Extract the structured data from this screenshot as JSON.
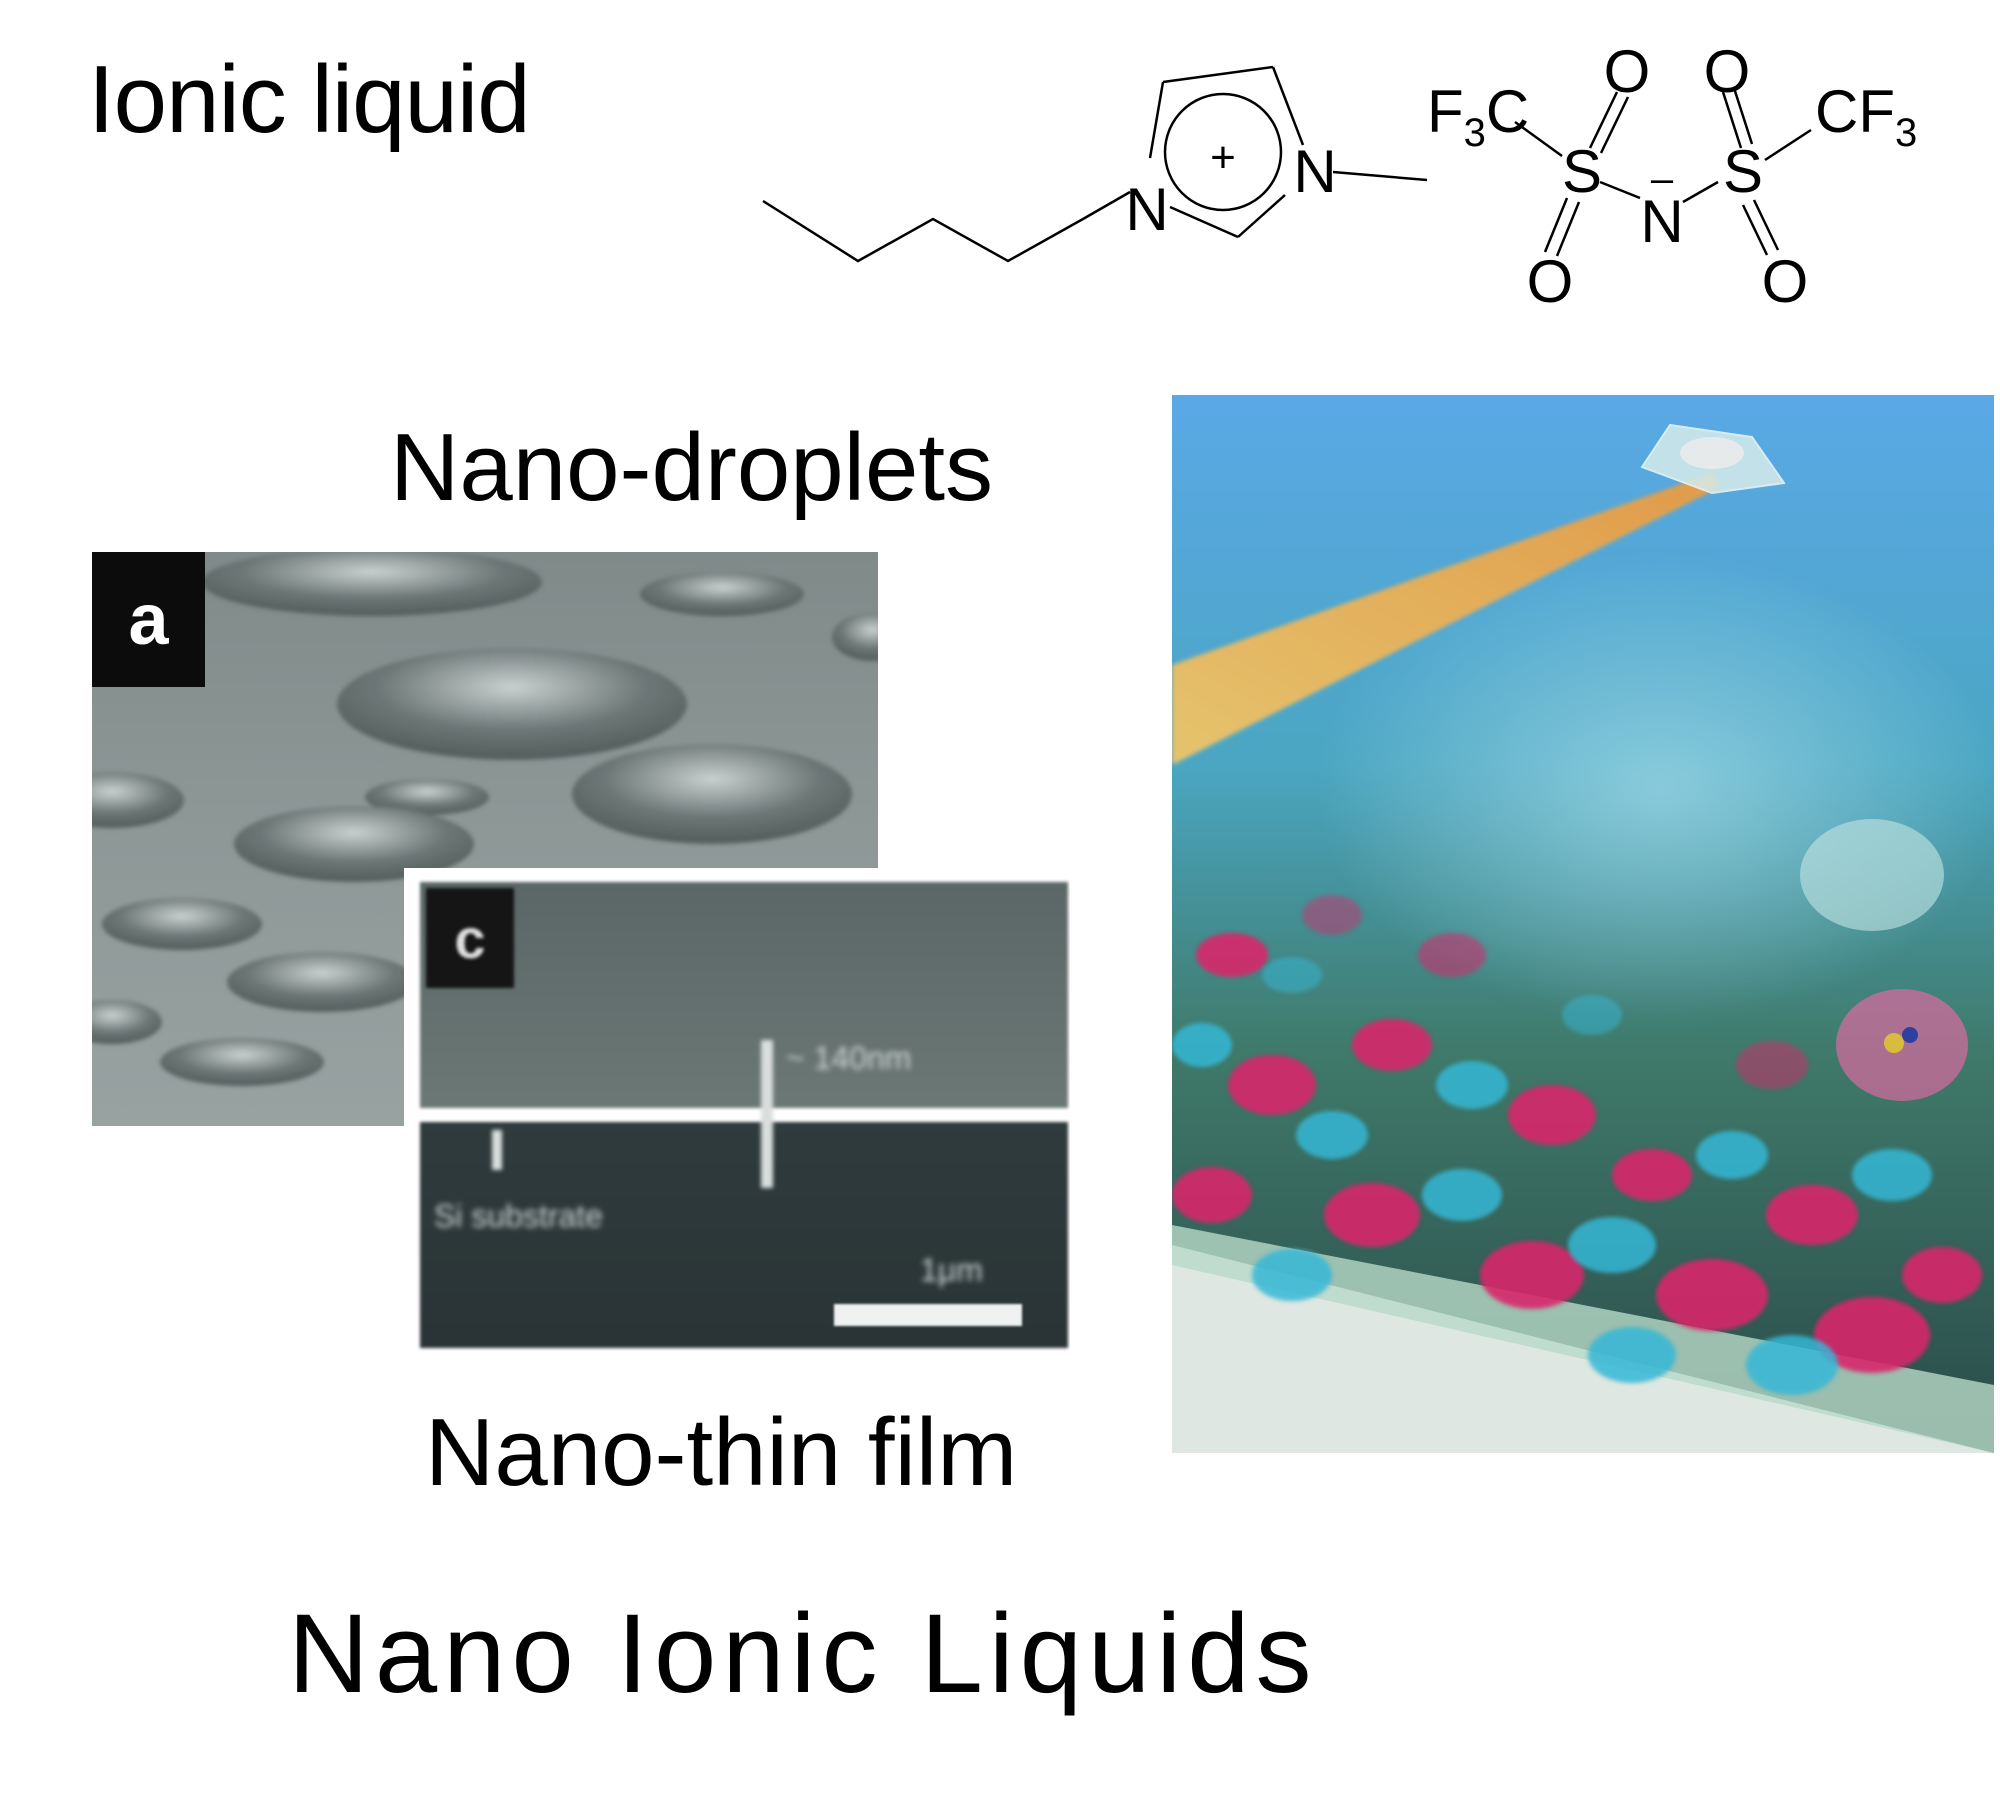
{
  "header": {
    "title": "Ionic liquid"
  },
  "molecule": {
    "cation_charge": "+",
    "n_left": "N",
    "n_right": "N",
    "f3c_prefix": "F",
    "f3c_sub": "3",
    "f3c_suffix": "C",
    "cf3_prefix": "CF",
    "cf3_sub": "3",
    "sulfur": "S",
    "oxygen": "O",
    "anion_n": "N",
    "anion_charge": "–"
  },
  "droplets": {
    "label": "Nano-droplets",
    "panel_tag": "a"
  },
  "film": {
    "label": "Nano-thin film",
    "panel_tag": "c",
    "annotation_thickness": "~ 140nm",
    "annotation_substrate": "Si substrate",
    "annotation_scale": "1μm"
  },
  "footer": {
    "title": "Nano Ionic Liquids"
  },
  "colors": {
    "cation_magenta": "#d8286a",
    "anion_cyan": "#35b8d6",
    "beam_orange": "#f2b24a",
    "sky_blue": "#5aa8e0"
  }
}
